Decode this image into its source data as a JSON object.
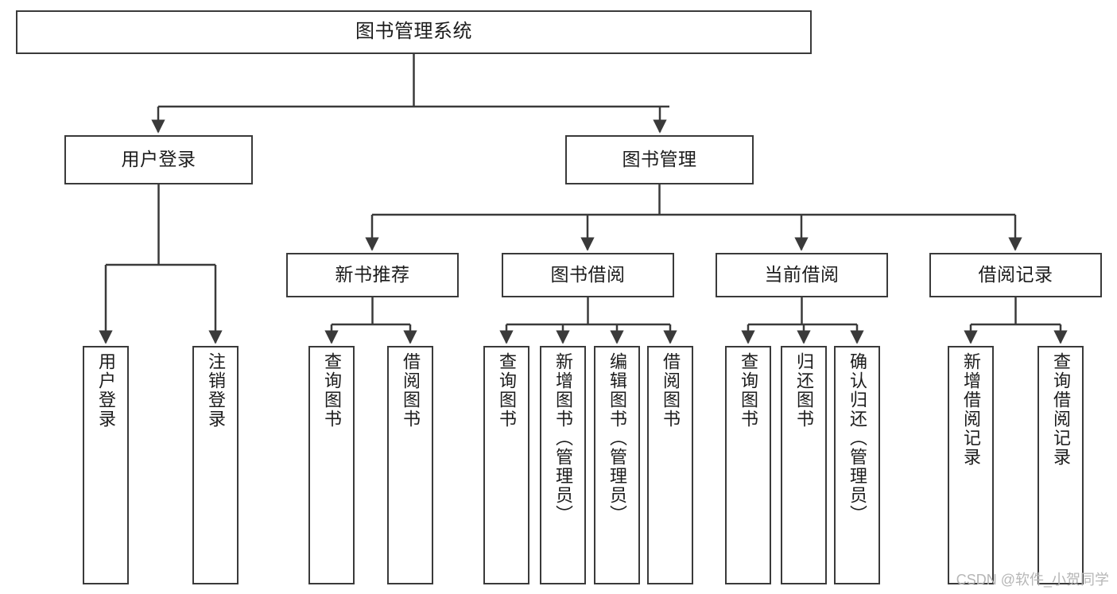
{
  "diagram": {
    "type": "tree",
    "title": "图书管理系统",
    "orientation": "top-down",
    "colors": {
      "background": "#ffffff",
      "node_fill": "#ffffff",
      "node_stroke": "#3a3a3a",
      "edge_stroke": "#3a3a3a",
      "text": "#1c1c1c",
      "watermark": "#b6b6b6"
    },
    "watermark": "CSDN @软件_小贺同学"
  },
  "nodes": {
    "root": {
      "label": "图书管理系统"
    },
    "level1": [
      {
        "label": "用户登录"
      },
      {
        "label": "图书管理"
      }
    ],
    "level2": [
      {
        "label": "新书推荐"
      },
      {
        "label": "图书借阅"
      },
      {
        "label": "当前借阅"
      },
      {
        "label": "借阅记录"
      }
    ],
    "leaves": {
      "user_login": [
        {
          "label": "用户登录"
        },
        {
          "label": "注销登录"
        }
      ],
      "new_book_recommend": [
        {
          "label": "查询图书"
        },
        {
          "label": "借阅图书"
        }
      ],
      "book_borrow": [
        {
          "label": "查询图书"
        },
        {
          "label": "新增图书（管理员）"
        },
        {
          "label": "编辑图书（管理员）"
        },
        {
          "label": "借阅图书"
        }
      ],
      "current_borrow": [
        {
          "label": "查询图书"
        },
        {
          "label": "归还图书"
        },
        {
          "label": "确认归还（管理员）"
        }
      ],
      "borrow_record": [
        {
          "label": "新增借阅记录"
        },
        {
          "label": "查询借阅记录"
        }
      ]
    }
  }
}
